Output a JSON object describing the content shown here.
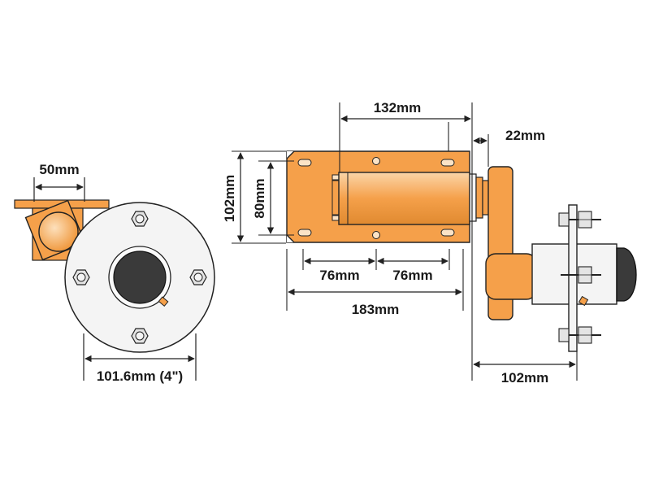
{
  "colors": {
    "plate": "#f5a04a",
    "plate_light": "#fbd5a8",
    "metal": "#f4f4f4",
    "outline": "#222222",
    "hub_cap": "#3a3a3a",
    "background": "#ffffff"
  },
  "dimensions": {
    "bracket_width": "50mm",
    "pcd": "101.6mm (4\")",
    "plate_height": "102mm",
    "hole_spacing_vertical": "80mm",
    "stub_length": "132mm",
    "flange_offset": "22mm",
    "hole_spacing_left": "76mm",
    "hole_spacing_right": "76mm",
    "plate_length": "183mm",
    "hub_width": "102mm"
  }
}
